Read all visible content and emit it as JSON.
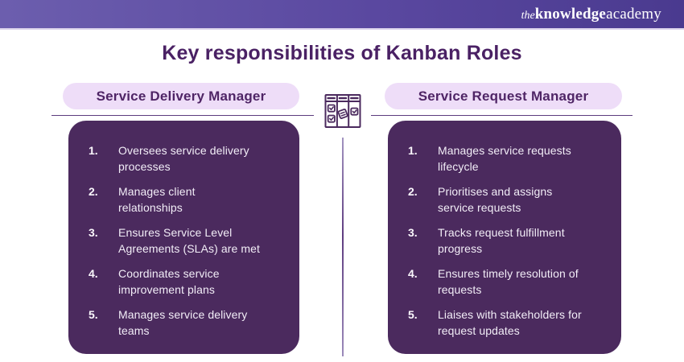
{
  "colors": {
    "topbar_start": "#6C5EAE",
    "topbar_mid": "#5A48A0",
    "topbar_end": "#4A3A8F",
    "panel_bg": "#4B2A5E",
    "pill_bg": "#EEDDF8",
    "pill_text": "#4F2566",
    "title_text": "#4A2164",
    "divider": "#5C3B7D",
    "list_text": "#F2EDF7",
    "icon_stroke": "#4B2A5E",
    "logo_text": "#FFFFFF"
  },
  "topbar": {
    "logo_the": "the",
    "logo_knowledge": "knowledge",
    "logo_academy": "academy"
  },
  "title": "Key responsibilities of Kanban Roles",
  "center": {
    "icon": "kanban-board-icon"
  },
  "columns": [
    {
      "heading": "Service Delivery Manager",
      "items": [
        {
          "num": "1.",
          "lines": [
            "Oversees service delivery",
            "processes"
          ]
        },
        {
          "num": "2.",
          "lines": [
            "Manages client",
            "relationships"
          ]
        },
        {
          "num": "3.",
          "lines": [
            "Ensures Service Level",
            "Agreements (SLAs) are met"
          ]
        },
        {
          "num": "4.",
          "lines": [
            "Coordinates service",
            "improvement plans"
          ]
        },
        {
          "num": "5.",
          "lines": [
            "Manages service delivery",
            "teams"
          ]
        }
      ]
    },
    {
      "heading": "Service Request Manager",
      "items": [
        {
          "num": "1.",
          "lines": [
            "Manages service requests",
            "lifecycle"
          ]
        },
        {
          "num": "2.",
          "lines": [
            "Prioritises and assigns",
            "service requests"
          ]
        },
        {
          "num": "3.",
          "lines": [
            "Tracks request fulfillment",
            "progress"
          ]
        },
        {
          "num": "4.",
          "lines": [
            "Ensures timely resolution of",
            "requests"
          ]
        },
        {
          "num": "5.",
          "lines": [
            "Liaises with stakeholders for",
            "request updates"
          ]
        }
      ]
    }
  ]
}
